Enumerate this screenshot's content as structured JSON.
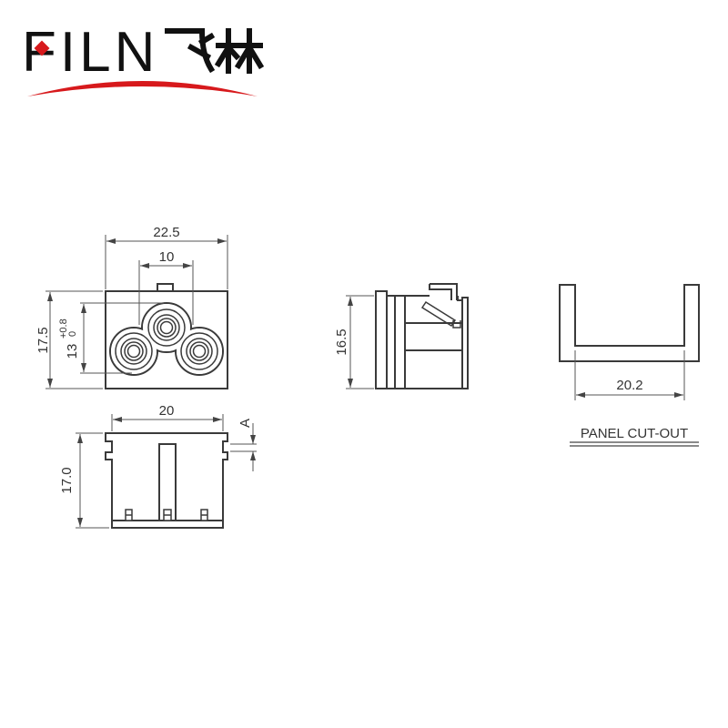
{
  "logo": {
    "latin": "FILN",
    "chinese": "飞林",
    "accent_color": "#d7191c"
  },
  "front_view": {
    "width_dim": "22.5",
    "pin_spacing_dim": "10",
    "height_dim": "17.5",
    "opening_dim": "13",
    "opening_tol_upper": "+0.8",
    "opening_tol_lower": "0"
  },
  "bottom_view": {
    "width_dim": "20",
    "depth_dim": "17.0",
    "notch_dim": "A"
  },
  "side_view": {
    "height_dim": "16.5"
  },
  "panel_cutout": {
    "width_dim": "20.2",
    "label": "PANEL CUT-OUT"
  }
}
